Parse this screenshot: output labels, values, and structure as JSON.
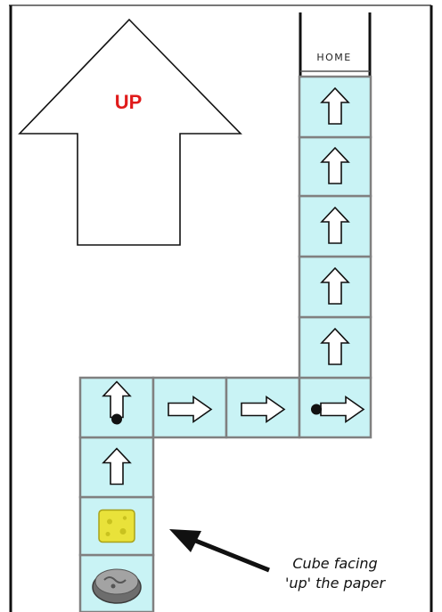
{
  "board": {
    "home_label": "HOME",
    "direction_label": "UP",
    "caption_lines": [
      "Cube facing",
      "'up' the paper"
    ],
    "cell_fill": "#c9f3f5",
    "grid_color": "#808080",
    "border_color": "#111111",
    "label_color": "#e01b1b"
  },
  "path": [
    {
      "id": "cell-1",
      "content": "stone-token"
    },
    {
      "id": "cell-2",
      "content": "cheese-cube"
    },
    {
      "id": "cell-3",
      "content": "arrow-up"
    },
    {
      "id": "cell-4",
      "content": "arrow-up",
      "dot": true
    },
    {
      "id": "cell-5",
      "content": "arrow-right"
    },
    {
      "id": "cell-6",
      "content": "arrow-right"
    },
    {
      "id": "cell-7",
      "content": "arrow-right",
      "dot": true
    },
    {
      "id": "cell-8",
      "content": "arrow-up"
    },
    {
      "id": "cell-9",
      "content": "arrow-up"
    },
    {
      "id": "cell-10",
      "content": "arrow-up"
    },
    {
      "id": "cell-11",
      "content": "arrow-up"
    },
    {
      "id": "cell-12",
      "content": "arrow-up"
    }
  ]
}
